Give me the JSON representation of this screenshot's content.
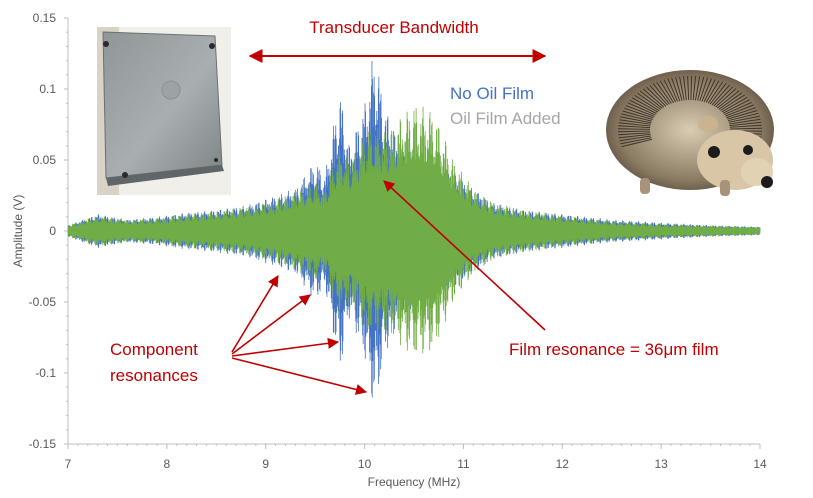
{
  "colors": {
    "no_oil": "#4472c4",
    "oil_added": "#70ad47",
    "annotation": "#c00000",
    "axis": "#595959",
    "legend_gray": "#a6a6a6"
  },
  "chart_data": {
    "type": "line",
    "title": "",
    "xlabel": "Frequency (MHz)",
    "ylabel": "Amplitude (V)",
    "xlim": [
      7,
      14
    ],
    "ylim": [
      -0.15,
      0.15
    ],
    "grid": false,
    "legend_position": "top-right",
    "x_ticks": [
      "7",
      "8",
      "9",
      "10",
      "11",
      "12",
      "13",
      "14"
    ],
    "y_ticks": [
      "0.15",
      "0.1",
      "0.05",
      "0",
      "-0.05",
      "-0.1",
      "-0.15"
    ],
    "series": [
      {
        "name": "No Oil Film",
        "color": "#4472c4",
        "envelope": [
          [
            7.0,
            0.004
          ],
          [
            7.3,
            0.012
          ],
          [
            7.6,
            0.008
          ],
          [
            7.9,
            0.01
          ],
          [
            8.2,
            0.013
          ],
          [
            8.5,
            0.015
          ],
          [
            8.8,
            0.018
          ],
          [
            9.1,
            0.025
          ],
          [
            9.3,
            0.03
          ],
          [
            9.5,
            0.05
          ],
          [
            9.6,
            0.04
          ],
          [
            9.75,
            0.1
          ],
          [
            9.85,
            0.06
          ],
          [
            10.0,
            0.09
          ],
          [
            10.1,
            0.13
          ],
          [
            10.2,
            0.09
          ],
          [
            10.35,
            0.06
          ],
          [
            10.5,
            0.055
          ],
          [
            10.7,
            0.045
          ],
          [
            10.9,
            0.04
          ],
          [
            11.1,
            0.03
          ],
          [
            11.3,
            0.02
          ],
          [
            11.6,
            0.015
          ],
          [
            12.0,
            0.012
          ],
          [
            12.5,
            0.008
          ],
          [
            13.0,
            0.006
          ],
          [
            13.5,
            0.004
          ],
          [
            14.0,
            0.003
          ]
        ]
      },
      {
        "name": "Oil Film Added",
        "color": "#70ad47",
        "envelope": [
          [
            7.0,
            0.004
          ],
          [
            7.3,
            0.011
          ],
          [
            7.6,
            0.008
          ],
          [
            7.9,
            0.009
          ],
          [
            8.2,
            0.012
          ],
          [
            8.5,
            0.014
          ],
          [
            8.8,
            0.017
          ],
          [
            9.1,
            0.022
          ],
          [
            9.3,
            0.028
          ],
          [
            9.5,
            0.035
          ],
          [
            9.6,
            0.03
          ],
          [
            9.75,
            0.06
          ],
          [
            9.85,
            0.05
          ],
          [
            10.0,
            0.07
          ],
          [
            10.1,
            0.075
          ],
          [
            10.2,
            0.07
          ],
          [
            10.35,
            0.08
          ],
          [
            10.5,
            0.09
          ],
          [
            10.7,
            0.085
          ],
          [
            10.9,
            0.05
          ],
          [
            11.1,
            0.03
          ],
          [
            11.3,
            0.02
          ],
          [
            11.6,
            0.015
          ],
          [
            12.0,
            0.011
          ],
          [
            12.5,
            0.007
          ],
          [
            13.0,
            0.005
          ],
          [
            13.5,
            0.004
          ],
          [
            14.0,
            0.003
          ]
        ]
      }
    ],
    "annotations": {
      "bandwidth": "Transducer Bandwidth",
      "component": [
        "Component",
        "resonances"
      ],
      "film": "Film resonance = 36μm film"
    }
  },
  "images": {
    "inset_photo": "steel-plate-photo",
    "mascot": "hedgehog-illustration"
  }
}
